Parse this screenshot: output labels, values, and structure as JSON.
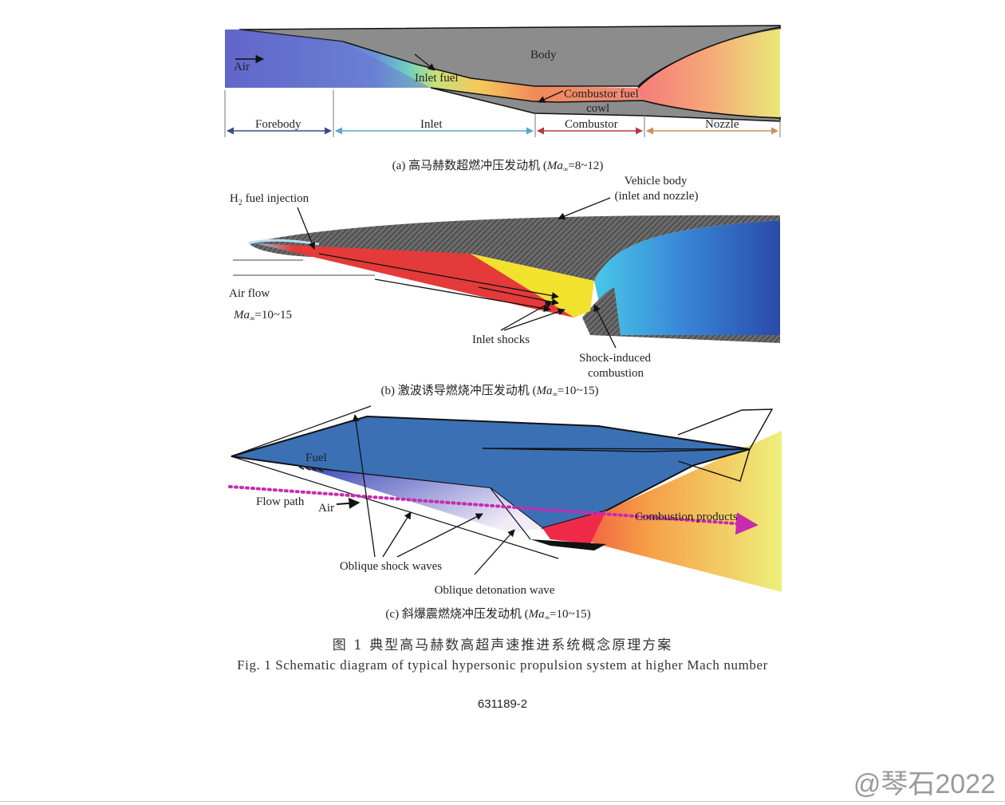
{
  "panel_a": {
    "labels": {
      "air": "Air",
      "body": "Body",
      "inlet_fuel": "Inlet fuel",
      "combustor_fuel": "Combustor fuel",
      "cowl": "cowl"
    },
    "sections": {
      "forebody": "Forebody",
      "inlet": "Inlet",
      "combustor": "Combustor",
      "nozzle": "Nozzle"
    },
    "caption_prefix": "(a) 高马赫数超燃冲压发动机 (",
    "caption_ma": "Ma",
    "caption_sub": "∞",
    "caption_suffix": "=8~12)",
    "colors": {
      "forebody": "#3b4a8c",
      "inlet": "#5aa6c8",
      "combustor": "#b5384a",
      "nozzle": "#c8905a"
    }
  },
  "panel_b": {
    "labels": {
      "h2_main": "H",
      "h2_sub": "2",
      "h2_rest": " fuel injection",
      "vehicle_body_1": "Vehicle body",
      "vehicle_body_2": "(inlet and nozzle)",
      "air_flow": "Air flow",
      "mach_ma": "Ma",
      "mach_sub": "∞",
      "mach_rest": "=10~15",
      "inlet_shocks": "Inlet shocks",
      "shock_induced_1": "Shock-induced",
      "shock_induced_2": "combustion"
    },
    "caption_prefix": "(b) 激波诱导燃烧冲压发动机 (",
    "caption_ma": "Ma",
    "caption_sub": "∞",
    "caption_suffix": "=10~15)"
  },
  "panel_c": {
    "labels": {
      "fuel": "Fuel",
      "flow_path": "Flow path",
      "air": "Air",
      "combustion_products": "Combustion products",
      "oblique_shock_waves": "Oblique shock waves",
      "oblique_detonation_wave": "Oblique detonation wave"
    },
    "caption_prefix": "(c) 斜爆震燃烧冲压发动机 (",
    "caption_ma": "Ma",
    "caption_sub": "∞",
    "caption_suffix": "=10~15)"
  },
  "figure_caption_cn": "图 1    典型高马赫数高超声速推进系统概念原理方案",
  "figure_caption_en": "Fig. 1    Schematic diagram of typical hypersonic propulsion system at higher Mach number",
  "page_code": "631189-2",
  "watermark": "@琴石2022"
}
